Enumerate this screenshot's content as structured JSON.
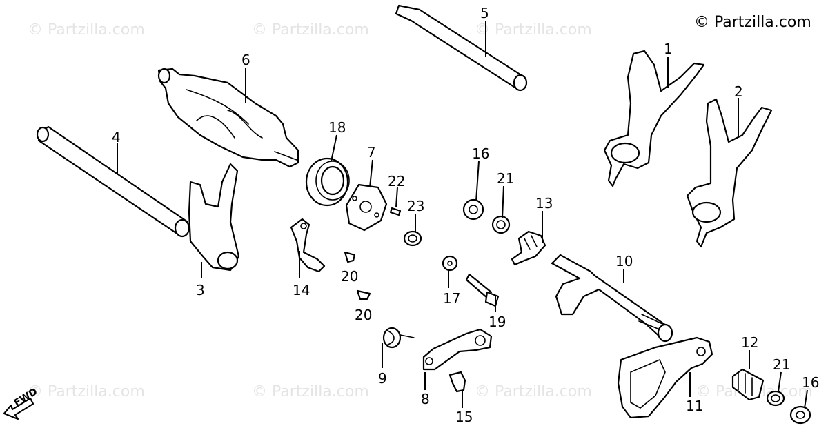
{
  "copyright": "© Partzilla.com",
  "watermark": "© Partzilla.com",
  "direction_label": "FWD",
  "callouts": {
    "c1": "1",
    "c2": "2",
    "c3": "3",
    "c4": "4",
    "c5": "5",
    "c6": "6",
    "c7": "7",
    "c8": "8",
    "c9": "9",
    "c10": "10",
    "c11": "11",
    "c12": "12",
    "c13": "13",
    "c14": "14",
    "c15": "15",
    "c16a": "16",
    "c16b": "16",
    "c17": "17",
    "c18": "18",
    "c19": "19",
    "c20a": "20",
    "c20b": "20",
    "c21a": "21",
    "c21b": "21",
    "c22": "22",
    "c23": "23"
  }
}
